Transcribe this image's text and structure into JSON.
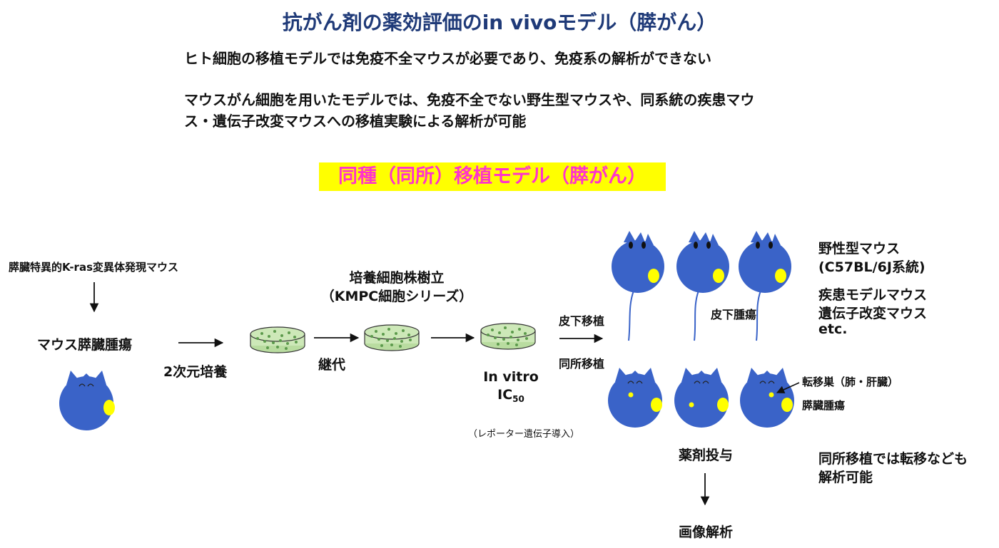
{
  "title": "抗がん剤の薬効評価のin vivoモデル（膵がん）",
  "intro": {
    "line1": "ヒト細胞の移植モデルでは免疫不全マウスが必要であり、免疫系の解析ができない",
    "line2": "マウスがん細胞を用いたモデルでは、免疫不全でない野生型マウスや、同系統の疾患マウ",
    "line3": "ス・遺伝子改変マウスへの移植実験による解析が可能"
  },
  "banner": "同種（同所）移植モデル（膵がん）",
  "flow": {
    "source_mouse": "膵臓特異的K-ras変異体発現マウス",
    "tumor": "マウス膵臓腫瘍",
    "culture_2d": "2次元培養",
    "passage": "継代",
    "cell_line_1": "培養細胞株樹立",
    "cell_line_2": "（KMPC細胞シリーズ）",
    "invitro_1": "In vitro",
    "invitro_2": "IC",
    "invitro_sub": "50",
    "reporter": "（レポーター遺伝子導入）",
    "subcutaneous": "皮下移植",
    "orthotopic": "同所移植",
    "subcutaneous_tumor": "皮下腫瘍",
    "metastasis": "転移巣（肺・肝臓）",
    "pancreatic_tumor": "膵臓腫瘍",
    "drug": "薬剤投与",
    "imaging": "画像解析"
  },
  "mouse_types": {
    "wild_1": "野性型マウス",
    "wild_2": "(C57BL/6J系統)",
    "disease_1": "疾患モデルマウス",
    "disease_2": "遺伝子改変マウス",
    "disease_3": "etc."
  },
  "note": {
    "line1": "同所移植では転移なども",
    "line2": "解析可能"
  },
  "colors": {
    "title": "#1f3a78",
    "banner_bg": "#ffff00",
    "banner_text": "#ff33cc",
    "mouse_body": "#3a63c8",
    "mouse_outline": "#2a4ea8",
    "tumor": "#ffff00",
    "dish": "#cde8b8",
    "dish_cells": "#5c9a4c"
  }
}
